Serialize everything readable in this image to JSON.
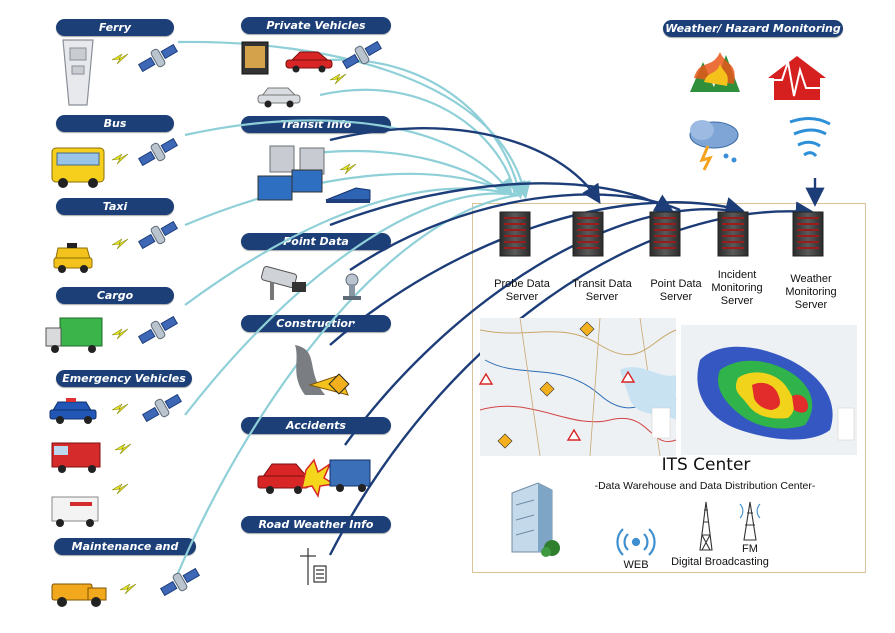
{
  "sources": [
    {
      "label": "Ferry"
    },
    {
      "label": "Bus"
    },
    {
      "label": "Taxi"
    },
    {
      "label": "Cargo"
    },
    {
      "label": "Emergency Vehicles"
    },
    {
      "label": "Maintenance and others"
    }
  ],
  "mid_sources": [
    {
      "label": "Private Vehicles"
    },
    {
      "label": "Transit Info"
    },
    {
      "label": "Point Data"
    },
    {
      "label": "Construction"
    },
    {
      "label": "Accidents"
    },
    {
      "label": "Road Weather Info"
    }
  ],
  "weather": {
    "label": "Weather/ Hazard Monitoring"
  },
  "servers": [
    {
      "label": "Probe Data\nServer"
    },
    {
      "label": "Transit Data\nServer"
    },
    {
      "label": "Point Data\nServer"
    },
    {
      "label": "Incident\nMonitoring\nServer"
    },
    {
      "label": "Weather\nMonitoring\nServer"
    }
  ],
  "center": {
    "title": "ITS Center",
    "subtitle": "-Data Warehouse and Data Distribution Center-",
    "outputs": {
      "web": "WEB",
      "fm": "FM",
      "digital": "Digital Broadcasting"
    }
  },
  "colors": {
    "pill": "#1c3f77",
    "light_arrow": "#8fd0d8",
    "dark_arrow": "#1d3d78",
    "box_border": "#d9c19a"
  }
}
